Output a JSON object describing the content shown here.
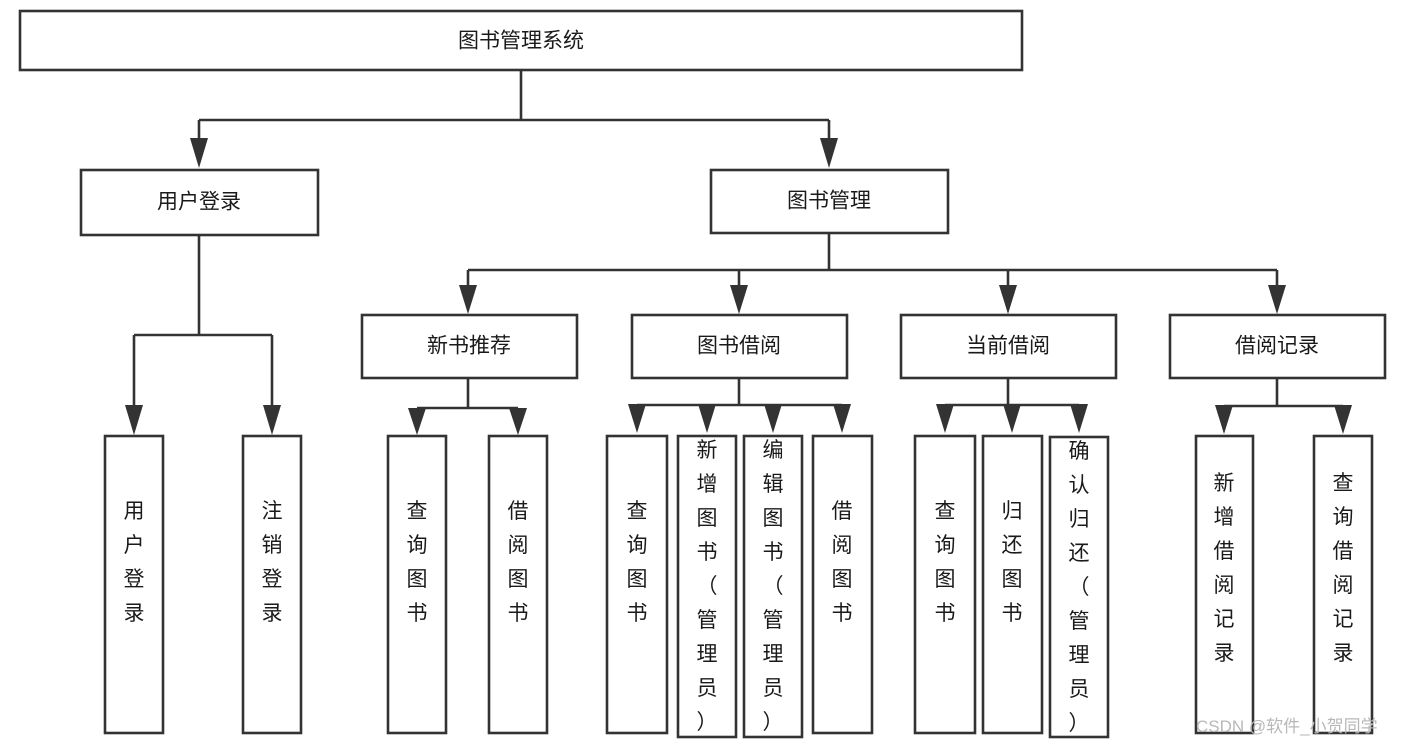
{
  "diagram": {
    "title": "图书管理系统",
    "type": "tree-hierarchy-chart",
    "orientation": "top-down",
    "colors": {
      "box_stroke": "#333333",
      "box_fill": "#ffffff",
      "text": "#1a1a1a",
      "background": "#ffffff",
      "watermark": "#b8b8b8"
    }
  },
  "root": {
    "id": "root",
    "label": "图书管理系统"
  },
  "level2": [
    {
      "id": "user-login",
      "label": "用户登录"
    },
    {
      "id": "book-management",
      "label": "图书管理"
    }
  ],
  "level3": [
    {
      "id": "new-book-recommend",
      "label": "新书推荐"
    },
    {
      "id": "book-borrow",
      "label": "图书借阅"
    },
    {
      "id": "current-borrow",
      "label": "当前借阅"
    },
    {
      "id": "borrow-record",
      "label": "借阅记录"
    }
  ],
  "leaves": {
    "user-login": [
      {
        "id": "leaf-user-login",
        "label": "用户登录"
      },
      {
        "id": "leaf-logout-login",
        "label": "注销登录"
      }
    ],
    "new-book-recommend": [
      {
        "id": "leaf-query-book-1",
        "label": "查询图书"
      },
      {
        "id": "leaf-borrow-book-1",
        "label": "借阅图书"
      }
    ],
    "book-borrow": [
      {
        "id": "leaf-query-book-2",
        "label": "查询图书"
      },
      {
        "id": "leaf-add-book",
        "label": "新增图书（管理员）"
      },
      {
        "id": "leaf-edit-book",
        "label": "编辑图书（管理员）"
      },
      {
        "id": "leaf-borrow-book-2",
        "label": "借阅图书"
      }
    ],
    "current-borrow": [
      {
        "id": "leaf-query-book-3",
        "label": "查询图书"
      },
      {
        "id": "leaf-return-book",
        "label": "归还图书"
      },
      {
        "id": "leaf-confirm-return",
        "label": "确认归还（管理员）"
      }
    ],
    "borrow-record": [
      {
        "id": "leaf-add-borrow-record",
        "label": "新增借阅记录"
      },
      {
        "id": "leaf-query-borrow-record",
        "label": "查询借阅记录"
      }
    ]
  },
  "watermark": {
    "label": "CSDN @软件_小贺同学"
  }
}
